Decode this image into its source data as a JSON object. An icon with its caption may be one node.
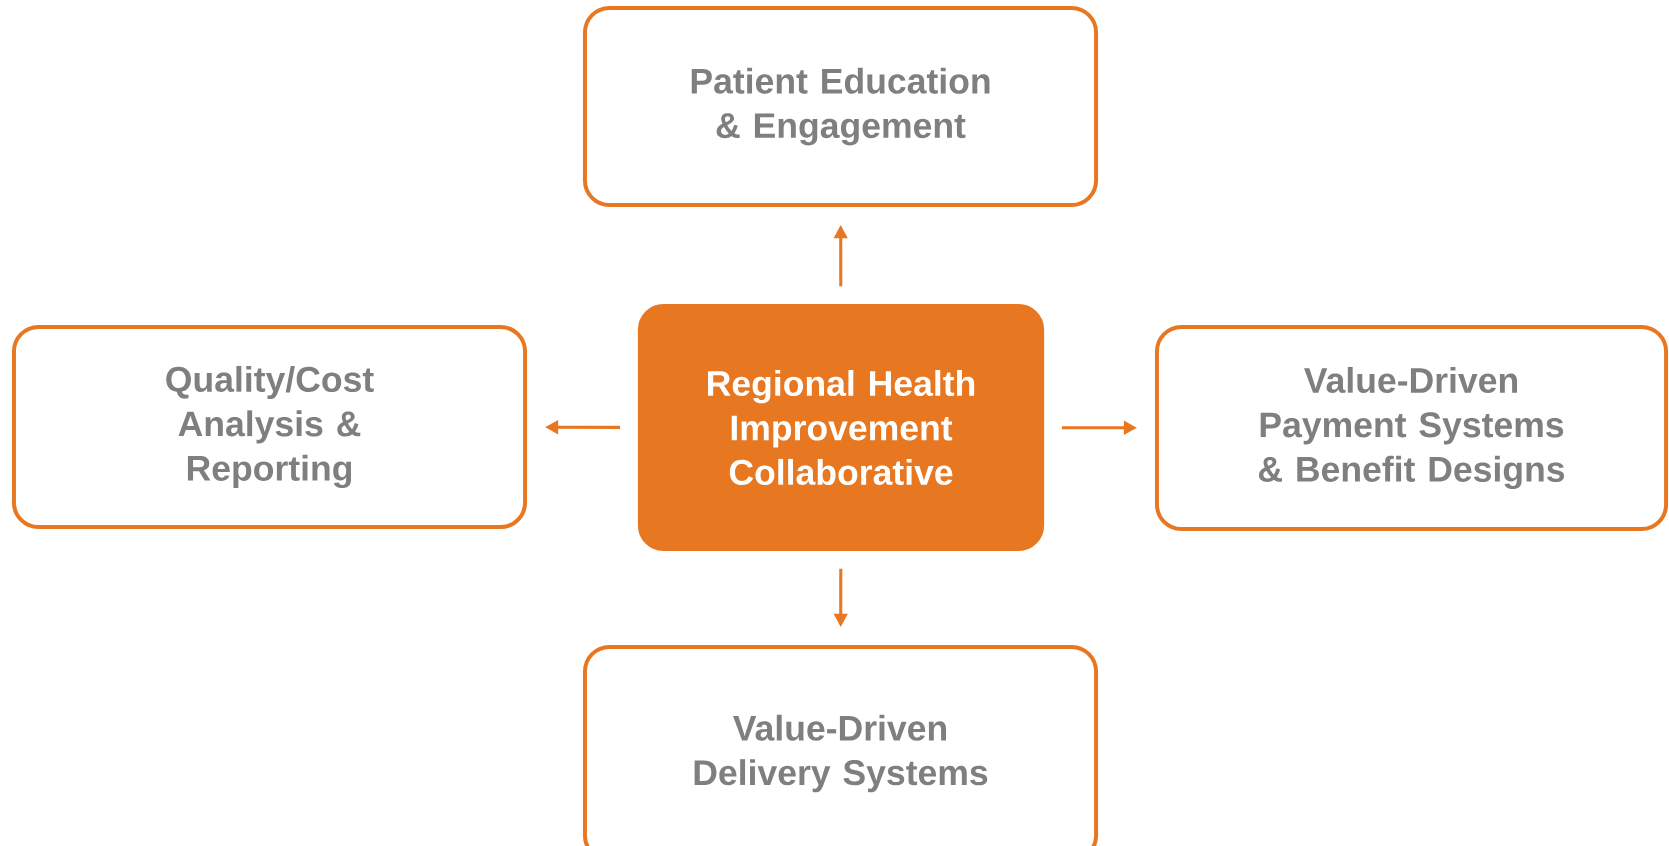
{
  "diagram": {
    "nodes": [
      {
        "text": [
          "Patient Education & Engagement"
        ]
      },
      {
        "text": [
          "Quality/Cost Analysis & Reporting"
        ]
      },
      {
        "text": [
          "Regional Health Improvement Collaborative"
        ]
      },
      {
        "text": [
          "Value-Driven Payment Systems & Benefit Designs"
        ]
      },
      {
        "text": [
          "Value-Driven Delivery Systems"
        ]
      }
    ],
    "edges": [
      {
        "from": 2,
        "to": 0,
        "arrow": "to"
      },
      {
        "from": 2,
        "to": 1,
        "arrow": "to"
      },
      {
        "from": 2,
        "to": 3,
        "arrow": "to"
      },
      {
        "from": 2,
        "to": 4,
        "arrow": "to"
      }
    ]
  }
}
